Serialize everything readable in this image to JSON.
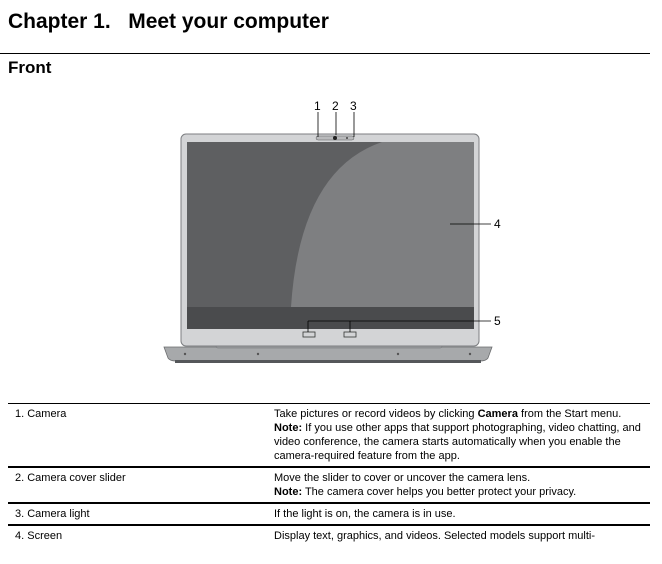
{
  "chapter": {
    "title": "Chapter 1.   Meet your computer"
  },
  "section": {
    "title": "Front"
  },
  "figure": {
    "callouts": [
      "1",
      "2",
      "3",
      "4",
      "5"
    ]
  },
  "table": {
    "rows": [
      {
        "name": "1. Camera",
        "desc_pre": "Take pictures or record videos by clicking ",
        "desc_bold": "Camera",
        "desc_post": " from the Start menu.",
        "note_label": "Note:",
        "note_text": " If you use other apps that support photographing, video chatting, and video conference, the camera starts automatically when you enable the camera-required feature from the app."
      },
      {
        "name": "2. Camera cover slider",
        "desc_pre": "Move the slider to cover or uncover the camera lens.",
        "note_label": "Note:",
        "note_text": " The camera cover helps you better protect your privacy."
      },
      {
        "name": "3. Camera light",
        "desc_pre": "If the light is on, the camera is in use."
      },
      {
        "name": "4. Screen",
        "desc_pre": "Display text, graphics, and videos. Selected models support multi-"
      }
    ]
  }
}
